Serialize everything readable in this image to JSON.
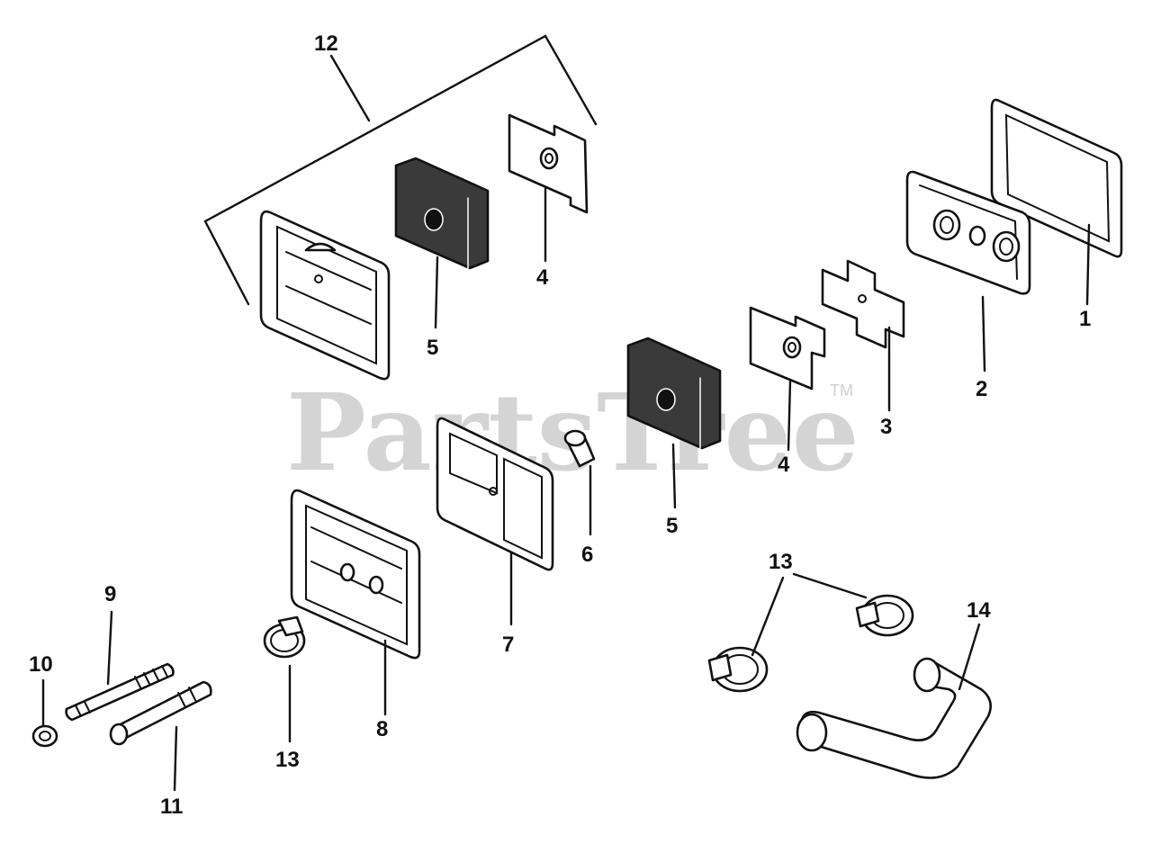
{
  "watermark": {
    "text": "PartsTree",
    "trademark": "TM"
  },
  "callouts": {
    "c1": "1",
    "c2": "2",
    "c3": "3",
    "c4a": "4",
    "c4b": "4",
    "c5a": "5",
    "c5b": "5",
    "c6": "6",
    "c7": "7",
    "c8": "8",
    "c9": "9",
    "c10": "10",
    "c11": "11",
    "c12": "12",
    "c13a": "13",
    "c13b": "13",
    "c13c": "13",
    "c14": "14"
  }
}
